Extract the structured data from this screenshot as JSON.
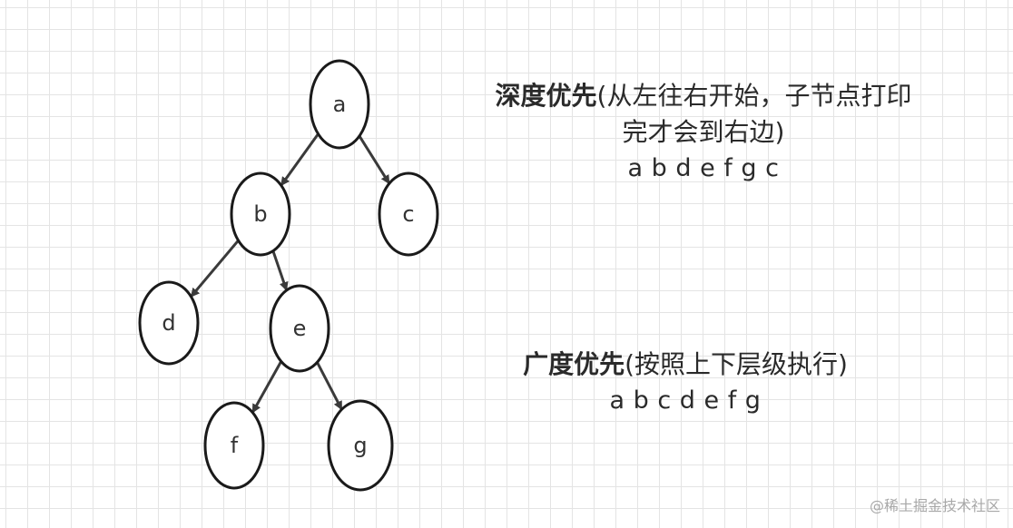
{
  "tree": {
    "nodes": [
      {
        "id": "a",
        "label": "a"
      },
      {
        "id": "b",
        "label": "b"
      },
      {
        "id": "c",
        "label": "c"
      },
      {
        "id": "d",
        "label": "d"
      },
      {
        "id": "e",
        "label": "e"
      },
      {
        "id": "f",
        "label": "f"
      },
      {
        "id": "g",
        "label": "g"
      }
    ],
    "edges": [
      {
        "from": "a",
        "to": "b"
      },
      {
        "from": "a",
        "to": "c"
      },
      {
        "from": "b",
        "to": "d"
      },
      {
        "from": "b",
        "to": "e"
      },
      {
        "from": "e",
        "to": "f"
      },
      {
        "from": "e",
        "to": "g"
      }
    ]
  },
  "dfs": {
    "title_bold": "深度优先",
    "title_rest_line1": "(从左往右开始，子节点打印",
    "title_line2": "完才会到右边)",
    "sequence": "a b d e f g c"
  },
  "bfs": {
    "title_bold": "广度优先",
    "title_rest": "(按照上下层级执行)",
    "sequence": "a b c d e f g"
  },
  "watermark": "@稀土掘金技术社区"
}
